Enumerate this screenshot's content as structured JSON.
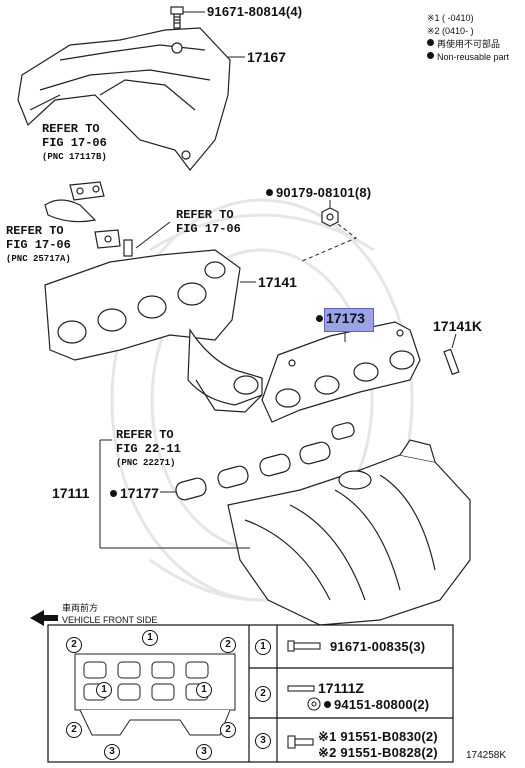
{
  "parts": {
    "p1": "91671-80814(4)",
    "p2": "17167",
    "p3": "90179-08101(8)",
    "p4": "17141",
    "p5": "17173",
    "p6": "17141K",
    "p7": "17111",
    "p8": "17177"
  },
  "refs": {
    "r1": {
      "line1": "REFER TO",
      "line2": "FIG 17-06",
      "pnc": "(PNC 17117B)"
    },
    "r2": {
      "line1": "REFER TO",
      "line2": "FIG 17-06",
      "pnc": "(PNC 25717A)"
    },
    "r3": {
      "line1": "REFER TO",
      "line2": "FIG 17-06"
    },
    "r4": {
      "line1": "REFER TO",
      "line2": "FIG 22-11",
      "pnc": "(PNC 22271)"
    }
  },
  "legend": {
    "l1": "※1 (      -0410)",
    "l2": "※2 (0410-      )",
    "l3": "再使用不可部品",
    "l4": "Non-reusable part"
  },
  "direction": {
    "jp": "車両前方",
    "en": "VEHICLE FRONT SIDE"
  },
  "table": {
    "n1": "1",
    "n2": "2",
    "n3": "3",
    "t1": "91671-00835(3)",
    "t2a": "17111Z",
    "t2b": "94151-80800(2)",
    "t3a": "※1 91551-B0830(2)",
    "t3b": "※2 91551-B0828(2)"
  },
  "callouts": {
    "c1": "1",
    "c2": "2",
    "c3": "3"
  },
  "figure_code": "174258K",
  "colors": {
    "highlight": "#9aa3e6",
    "line": "#222222"
  }
}
